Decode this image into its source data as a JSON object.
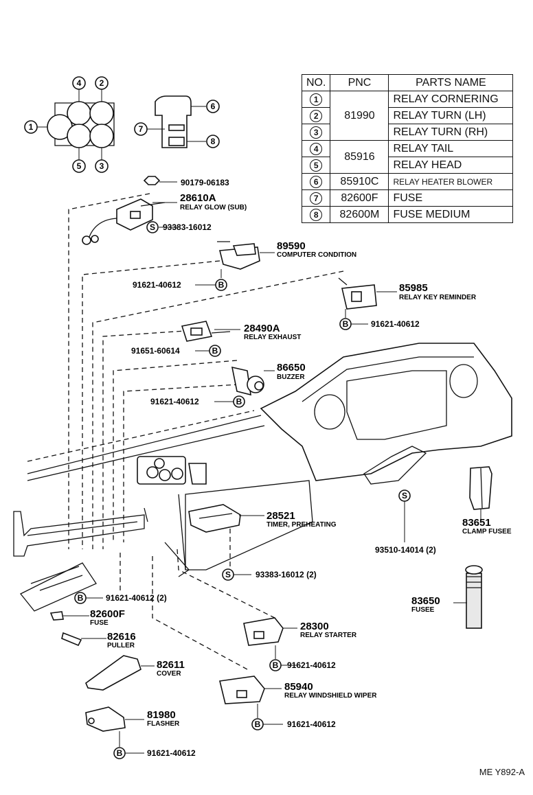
{
  "table": {
    "headers": {
      "no": "NO.",
      "pnc": "PNC",
      "name": "PARTS NAME"
    },
    "rows": [
      {
        "no": "1",
        "pnc": "81990",
        "name": "RELAY CORNERING"
      },
      {
        "no": "2",
        "pnc": "",
        "name": "RELAY TURN (LH)"
      },
      {
        "no": "3",
        "pnc": "",
        "name": "RELAY TURN (RH)"
      },
      {
        "no": "4",
        "pnc": "85916",
        "name": "RELAY TAIL"
      },
      {
        "no": "5",
        "pnc": "",
        "name": "RELAY HEAD"
      },
      {
        "no": "6",
        "pnc": "85910C",
        "name": "RELAY HEATER BLOWER"
      },
      {
        "no": "7",
        "pnc": "82600F",
        "name": "FUSE"
      },
      {
        "no": "8",
        "pnc": "82600M",
        "name": "FUSE MEDIUM"
      }
    ]
  },
  "callouts": {
    "c1": "1",
    "c2": "2",
    "c3": "3",
    "c4": "4",
    "c5": "5",
    "c6": "6",
    "c7": "7",
    "c8": "8"
  },
  "parts": {
    "p90179": {
      "num": "90179-06183"
    },
    "p28610a": {
      "num": "28610A",
      "name": "RELAY GLOW (SUB)"
    },
    "p93383a": {
      "num": "93383-16012"
    },
    "p89590": {
      "num": "89590",
      "name": "COMPUTER CONDITION"
    },
    "p91621a": {
      "num": "91621-40612"
    },
    "p85985": {
      "num": "85985",
      "name": "RELAY KEY REMINDER"
    },
    "p91621b": {
      "num": "91621-40612"
    },
    "p28490a": {
      "num": "28490A",
      "name": "RELAY EXHAUST"
    },
    "p91651": {
      "num": "91651-60614"
    },
    "p86650": {
      "num": "86650",
      "name": "BUZZER"
    },
    "p91621c": {
      "num": "91621-40612"
    },
    "p28521": {
      "num": "28521",
      "name": "TIMER, PREHEATING"
    },
    "p93510": {
      "num": "93510-14014 (2)"
    },
    "p83651": {
      "num": "83651",
      "name": "CLAMP FUSEE"
    },
    "p93383b": {
      "num": "93383-16012 (2)"
    },
    "p91621d": {
      "num": "91621-40612 (2)"
    },
    "p82600f": {
      "num": "82600F",
      "name": "FUSE"
    },
    "p82616": {
      "num": "82616",
      "name": "PULLER"
    },
    "p83650": {
      "num": "83650",
      "name": "FUSEE"
    },
    "p28300": {
      "num": "28300",
      "name": "RELAY STARTER"
    },
    "p91621e": {
      "num": "91621-40612"
    },
    "p82611": {
      "num": "82611",
      "name": "COVER"
    },
    "p85940": {
      "num": "85940",
      "name": "RELAY WINDSHIELD WIPER"
    },
    "p91621f": {
      "num": "91621-40612"
    },
    "p81980": {
      "num": "81980",
      "name": "FLASHER"
    },
    "p91621g": {
      "num": "91621-40612"
    }
  },
  "markers": {
    "s": "S",
    "b": "B"
  },
  "footer": "ME Y892-A"
}
